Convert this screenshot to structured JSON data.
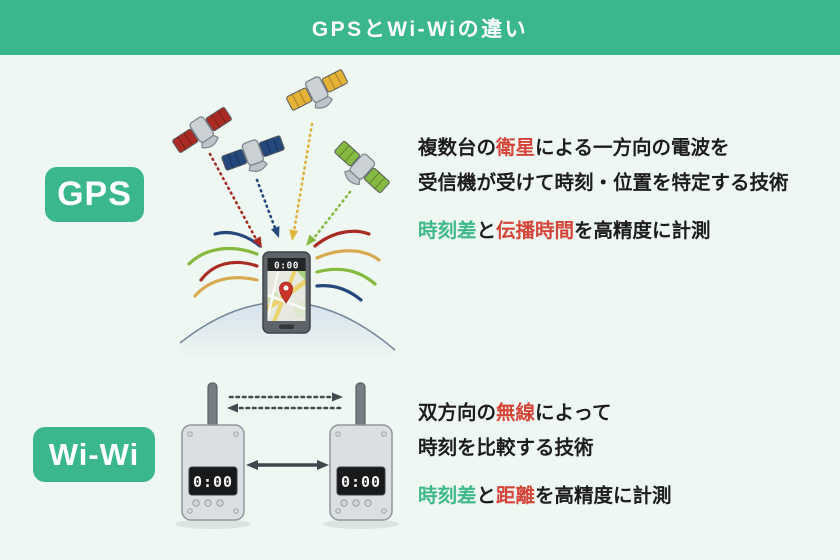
{
  "header": {
    "title": "GPSとWi-Wiの違い",
    "bg_color": "#3bb78f",
    "text_color": "#ffffff"
  },
  "colors": {
    "brand_green": "#3bb78f",
    "accent_red": "#d6453a",
    "accent_green": "#3fb98a",
    "body_text": "#1d1d1d",
    "background": "#eef7f2"
  },
  "gps_section": {
    "label": "GPS",
    "description_lines": [
      {
        "segments": [
          {
            "text": "複数台の"
          },
          {
            "text": "衛星",
            "color": "red"
          },
          {
            "text": "による一方向の電波を"
          }
        ]
      },
      {
        "segments": [
          {
            "text": "受信機が受けて時刻・位置を特定する技術"
          }
        ]
      }
    ],
    "measurement": {
      "segments": [
        {
          "text": "時刻差",
          "color": "green"
        },
        {
          "text": "と"
        },
        {
          "text": "伝播時間",
          "color": "red"
        },
        {
          "text": "を高精度に計測"
        }
      ]
    },
    "illustration": {
      "icons": [
        "satellite-icon",
        "smartphone-icon",
        "earth-icon",
        "signal-arrow-icon"
      ],
      "satellite_colors": [
        "#a92b24",
        "#24477c",
        "#e3b237",
        "#85b93f"
      ],
      "clock_display": "0:00"
    }
  },
  "wiwi_section": {
    "label": "Wi-Wi",
    "description_lines": [
      {
        "segments": [
          {
            "text": "双方向の"
          },
          {
            "text": "無線",
            "color": "red"
          },
          {
            "text": "によって"
          }
        ]
      },
      {
        "segments": [
          {
            "text": "時刻を比較する技術"
          }
        ]
      }
    ],
    "measurement": {
      "segments": [
        {
          "text": "時刻差",
          "color": "green"
        },
        {
          "text": "と"
        },
        {
          "text": "距離",
          "color": "red"
        },
        {
          "text": "を高精度に計測"
        }
      ]
    },
    "illustration": {
      "icons": [
        "radio-device-icon",
        "antenna-icon",
        "exchange-arrow-icon"
      ],
      "left_clock_display": "0:00",
      "right_clock_display": "0:00"
    }
  }
}
